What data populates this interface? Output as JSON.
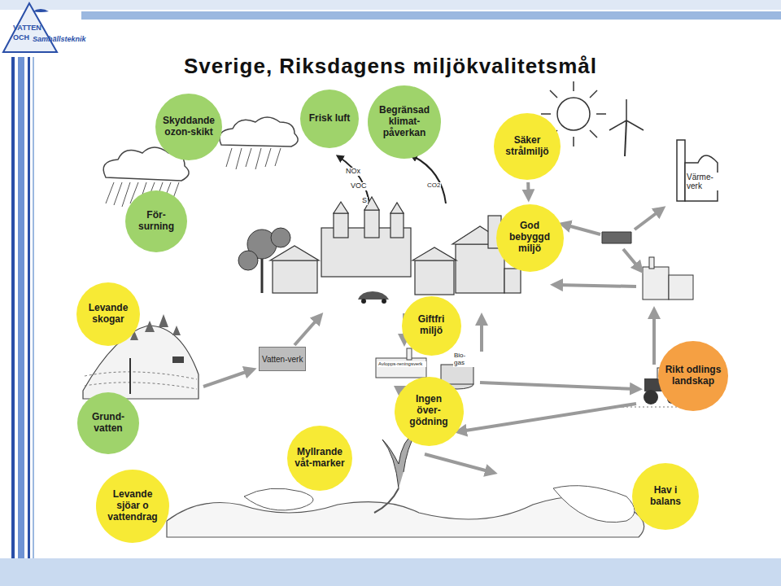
{
  "diagram": {
    "title": "Sverige, Riksdagens miljökvalitetsmål",
    "nodes": [
      {
        "text": [
          "Skyddande ozon-skikt"
        ]
      },
      {
        "text": [
          "Frisk luft"
        ]
      },
      {
        "text": [
          "Begränsad klimat-påverkan"
        ]
      },
      {
        "text": [
          "Säker strålmiljö"
        ]
      },
      {
        "text": [
          "För-surning"
        ]
      },
      {
        "text": [
          "God bebyggd miljö"
        ]
      },
      {
        "text": [
          "Levande skogar"
        ]
      },
      {
        "text": [
          "Giftfri miljö"
        ]
      },
      {
        "text": [
          "Vatten-verk"
        ]
      },
      {
        "text": [
          "Rikt odlings landskap"
        ]
      },
      {
        "text": [
          "Ingen över-gödning"
        ]
      },
      {
        "text": [
          "Grund-vatten"
        ]
      },
      {
        "text": [
          "Myllrande våt-marker"
        ]
      },
      {
        "text": [
          "Levande sjöar o vattendrag"
        ]
      },
      {
        "text": [
          "Hav i balans"
        ]
      }
    ],
    "edges": [
      {
        "from": 3,
        "to": 5,
        "arrow": "to"
      }
    ],
    "labels": [
      "VATTEN",
      "OCH",
      "Samhällsteknik",
      "NOx",
      "VOC",
      "S",
      "CO2",
      "Värme-verk",
      "Avlopps-reningsverk",
      "Bio-gas"
    ]
  }
}
